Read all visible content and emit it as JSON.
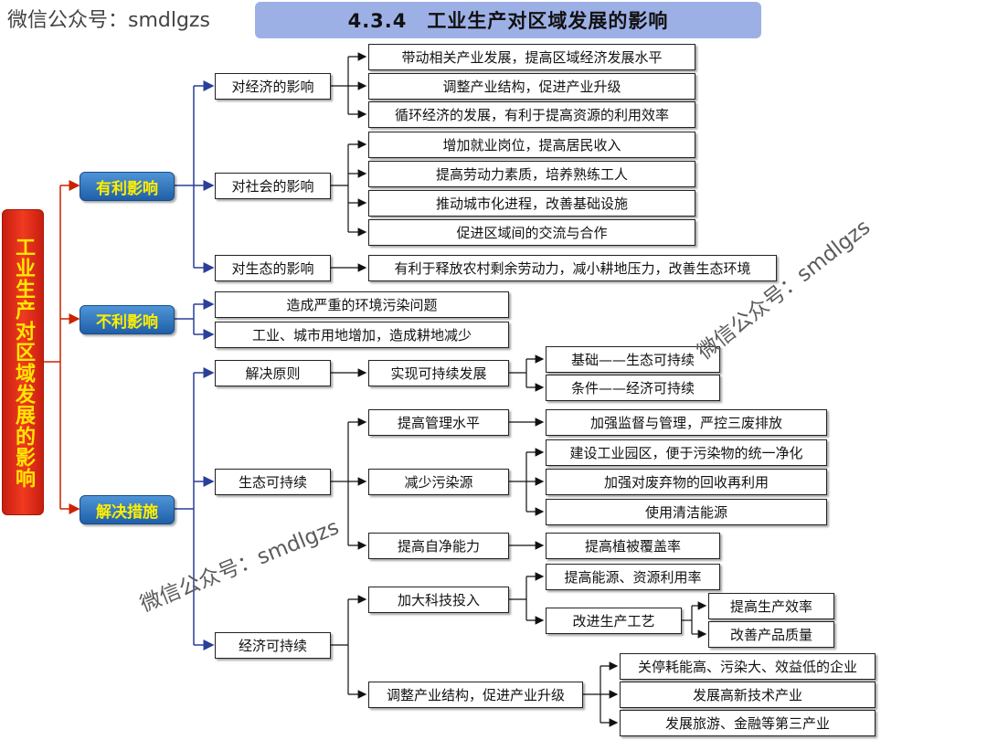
{
  "watermark": "微信公众号：smdlgzs",
  "title": "4.3.4　工业生产对区域发展的影响",
  "root": "工业生产对区域发展的影响",
  "categories": {
    "favorable": "有利影响",
    "unfavorable": "不利影响",
    "measures": "解决措施"
  },
  "favorable": {
    "economic": {
      "label": "对经济的影响",
      "items": [
        "带动相关产业发展，提高区域经济发展水平",
        "调整产业结构，促进产业升级",
        "循环经济的发展，有利于提高资源的利用效率"
      ]
    },
    "social": {
      "label": "对社会的影响",
      "items": [
        "增加就业岗位，提高居民收入",
        "提高劳动力素质，培养熟练工人",
        "推动城市化进程，改善基础设施",
        "促进区域间的交流与合作"
      ]
    },
    "ecological": {
      "label": "对生态的影响",
      "items": [
        "有利于释放农村剩余劳动力，减小耕地压力，改善生态环境"
      ]
    }
  },
  "unfavorable": {
    "items": [
      "造成严重的环境污染问题",
      "工业、城市用地增加，造成耕地减少"
    ]
  },
  "measures": {
    "principle": {
      "label": "解决原则",
      "child": "实现可持续发展",
      "items": [
        "基础——生态可持续",
        "条件——经济可持续"
      ]
    },
    "eco": {
      "label": "生态可持续",
      "management": {
        "label": "提高管理水平",
        "item": "加强监督与管理，严控三废排放"
      },
      "pollution": {
        "label": "减少污染源",
        "items": [
          "建设工业园区，便于污染物的统一净化",
          "加强对废弃物的回收再利用",
          "使用清洁能源"
        ]
      },
      "purify": {
        "label": "提高自净能力",
        "item": "提高植被覆盖率"
      }
    },
    "econ": {
      "label": "经济可持续",
      "tech": {
        "label": "加大科技投入",
        "item": "提高能源、资源利用率",
        "process": {
          "label": "改进生产工艺",
          "items": [
            "提高生产效率",
            "改善产品质量"
          ]
        }
      },
      "industry": {
        "label": "调整产业结构，促进产业升级",
        "items": [
          "关停耗能高、污染大、效益低的企业",
          "发展高新技术产业",
          "发展旅游、金融等第三产业"
        ]
      }
    }
  }
}
